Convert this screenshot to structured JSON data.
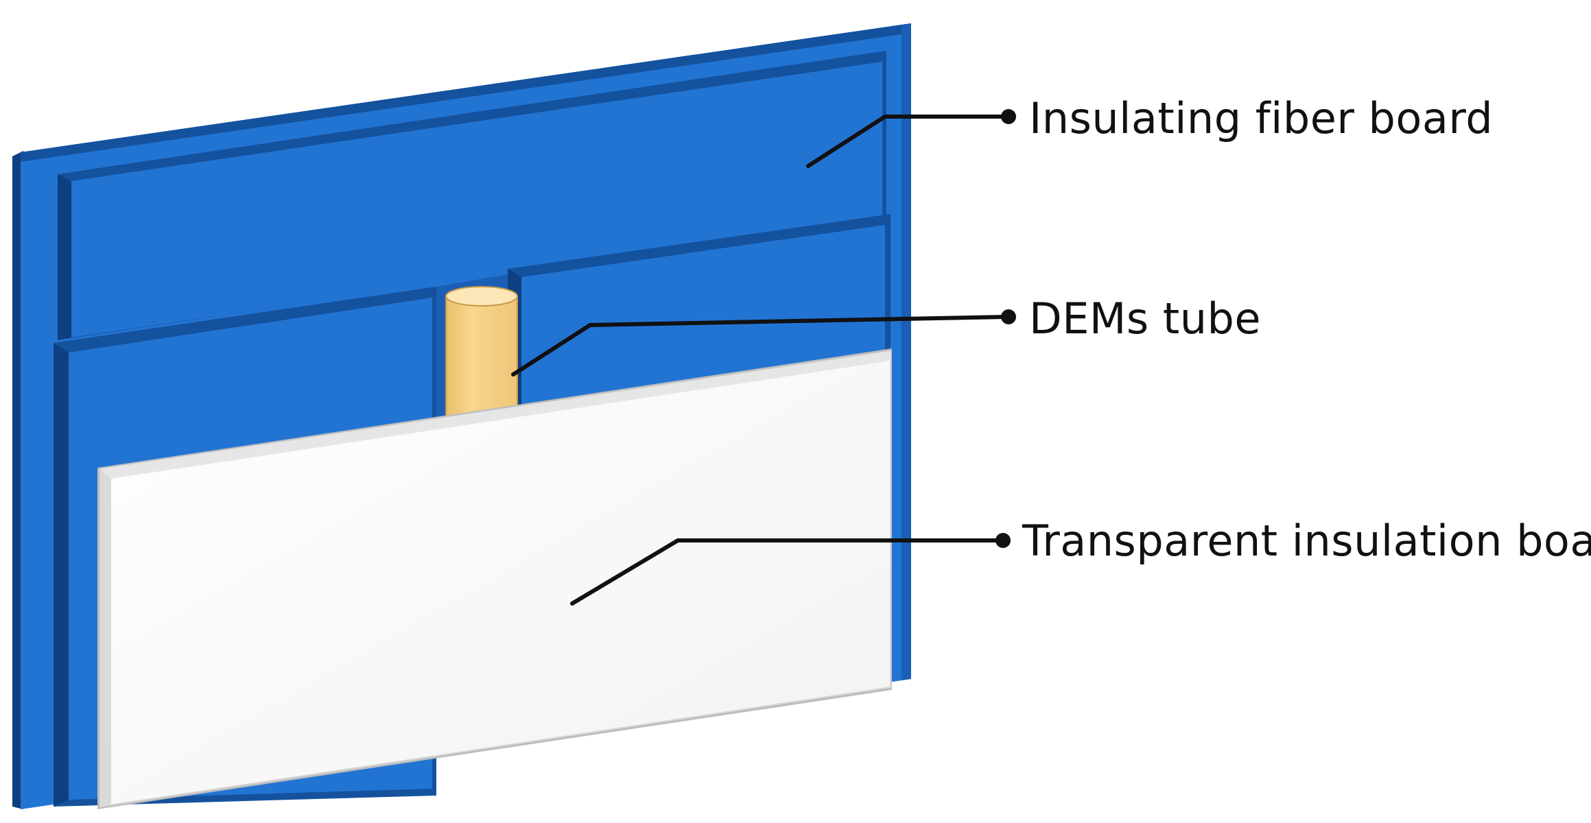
{
  "labels": {
    "insulating_fiber_board": "Insulating fiber board",
    "dems_tube": "DEMs tube",
    "transparent_insulation_board": "Transparent insulation board"
  },
  "colors": {
    "fiber_board_blue": "#2274D3",
    "fiber_board_dark": "#14529E",
    "fiber_board_edge": "#0E3F80",
    "tube_fill": "#F9D68E",
    "tube_top": "#FCE6B8",
    "transparent_board": "#F8F8F8",
    "leader_line": "#111111"
  }
}
